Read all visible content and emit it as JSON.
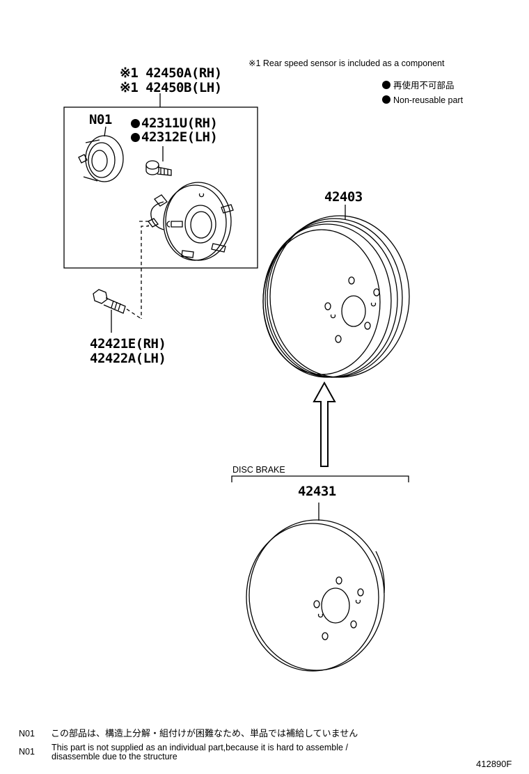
{
  "legend": {
    "sensor_note": "※1 Rear speed sensor is included as a component",
    "non_reusable_jp": "再使用不可部品",
    "non_reusable_en": "Non-reusable part"
  },
  "parts": {
    "hub_rh": "※1 42450A(RH)",
    "hub_lh": "※1 42450B(LH)",
    "n01": "N01",
    "bolt_rh": "42311U(RH)",
    "bolt_lh": "42312E(LH)",
    "hubbolt_rh": "42421E(RH)",
    "hubbolt_lh": "42422A(LH)",
    "drum": "42403",
    "disc_group": "DISC BRAKE",
    "disc": "42431"
  },
  "footnotes": [
    {
      "code": "N01",
      "text": "この部品は、構造上分解・組付けが困難なため、単品では補給していません"
    },
    {
      "code": "N01",
      "text": "This part is not supplied as an individual part,because it is hard to assemble /",
      "text2": "disassemble due to the structure"
    }
  ],
  "figure_id": "412890F"
}
